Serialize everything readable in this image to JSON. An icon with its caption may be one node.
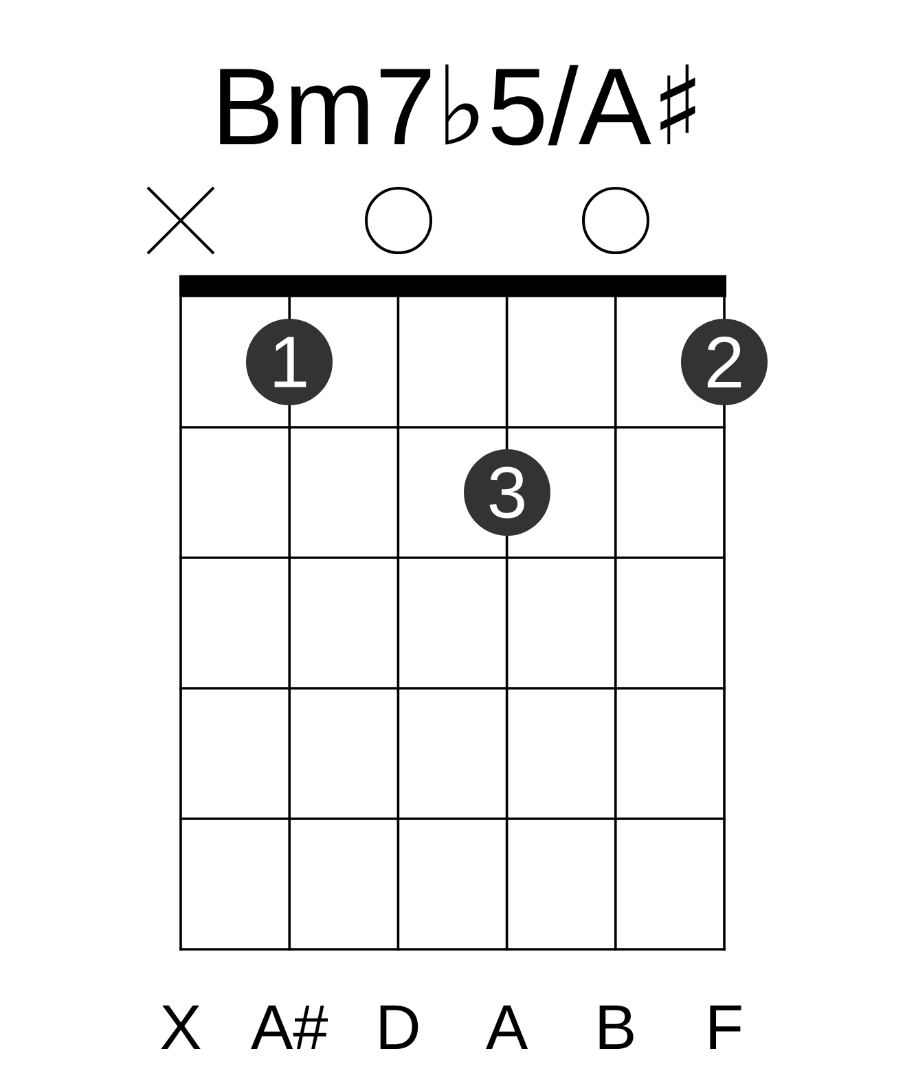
{
  "diagram": {
    "title": "Bm7♭5/A♯",
    "nodes": [
      {
        "text": [],
        "shape": "cross"
      },
      {
        "text": [],
        "shape": "circle"
      },
      {
        "text": [],
        "shape": "circle"
      },
      {
        "text": [
          "1"
        ]
      },
      {
        "text": [
          "2"
        ]
      },
      {
        "text": [
          "3"
        ]
      }
    ],
    "labels": [
      "X",
      "A#",
      "D",
      "A",
      "B",
      "F"
    ]
  }
}
